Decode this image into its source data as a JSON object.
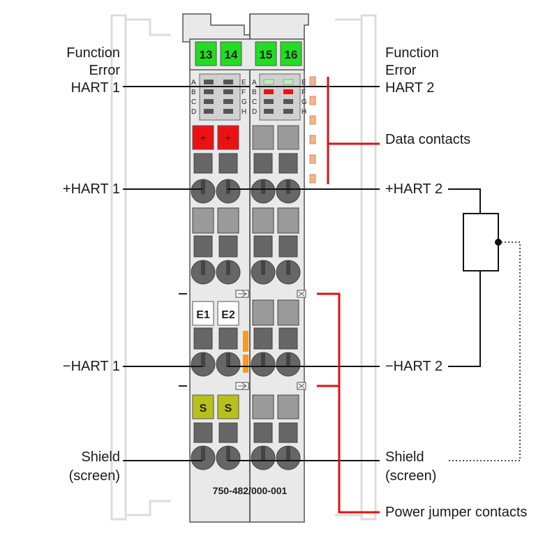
{
  "module": {
    "part_number": "750-482/000-001",
    "terminal_numbers": [
      "13",
      "14",
      "15",
      "16"
    ],
    "led_letters_left": [
      "A",
      "B",
      "C",
      "D"
    ],
    "led_letters_right": [
      "E",
      "F",
      "G",
      "H"
    ],
    "plus_symbol": "+",
    "error_labels": [
      "E1",
      "E2"
    ],
    "shield_labels": [
      "S",
      "S"
    ]
  },
  "labels": {
    "left": {
      "function": "Function",
      "error": "Error",
      "hart1": "HART 1",
      "plus_hart1": "+HART 1",
      "minus_hart1": "−HART 1",
      "shield": "Shield",
      "screen": "(screen)"
    },
    "right": {
      "function": "Function",
      "error": "Error",
      "hart2": "HART 2",
      "data_contacts": "Data contacts",
      "plus_hart2": "+HART 2",
      "minus_hart2": "−HART 2",
      "shield": "Shield",
      "screen": "(screen)",
      "power_jumper": "Power jumper contacts"
    }
  },
  "colors": {
    "terminal_green": "#22dd22",
    "plus_red": "#ee1111",
    "shield_olive": "#b8c01c",
    "bracket_red": "#dd1111",
    "data_contact_orange": "#f5b48a",
    "jumper_orange": "#f59a25"
  }
}
